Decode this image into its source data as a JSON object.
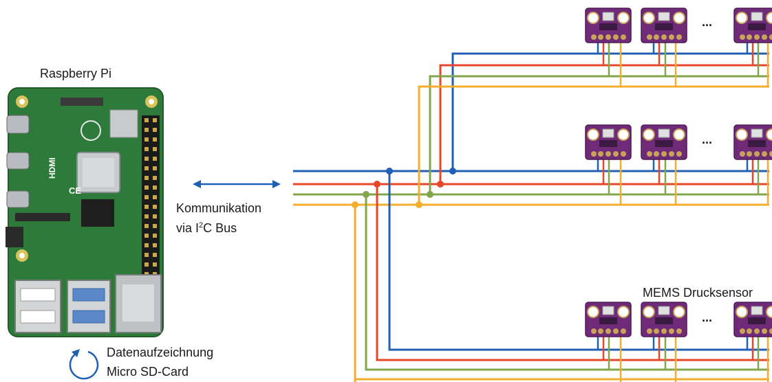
{
  "labels": {
    "raspberry_title": "Raspberry Pi",
    "comm_line1": "Kommunikation",
    "comm_line2_prefix": "via I",
    "comm_sup": "2",
    "comm_line2_suffix": "C Bus",
    "record_line1": "Datenaufzeichnung",
    "record_line2": "Micro SD-Card",
    "sensor_label": "MEMS Drucksensor",
    "ellipsis": "..."
  },
  "board_text": {
    "hdmi": "HDMI",
    "ce": "CE"
  },
  "colors": {
    "blue": "#1f5fb4",
    "red": "#e8462a",
    "green": "#82a64a",
    "yellow": "#f2ae2c",
    "board_green": "#2d7a3a",
    "sensor_purple": "#6f2a78"
  },
  "bus_lines": [
    "blue",
    "red",
    "green",
    "yellow"
  ],
  "sensor_rows": 3,
  "sensors_per_row_drawn": 3
}
